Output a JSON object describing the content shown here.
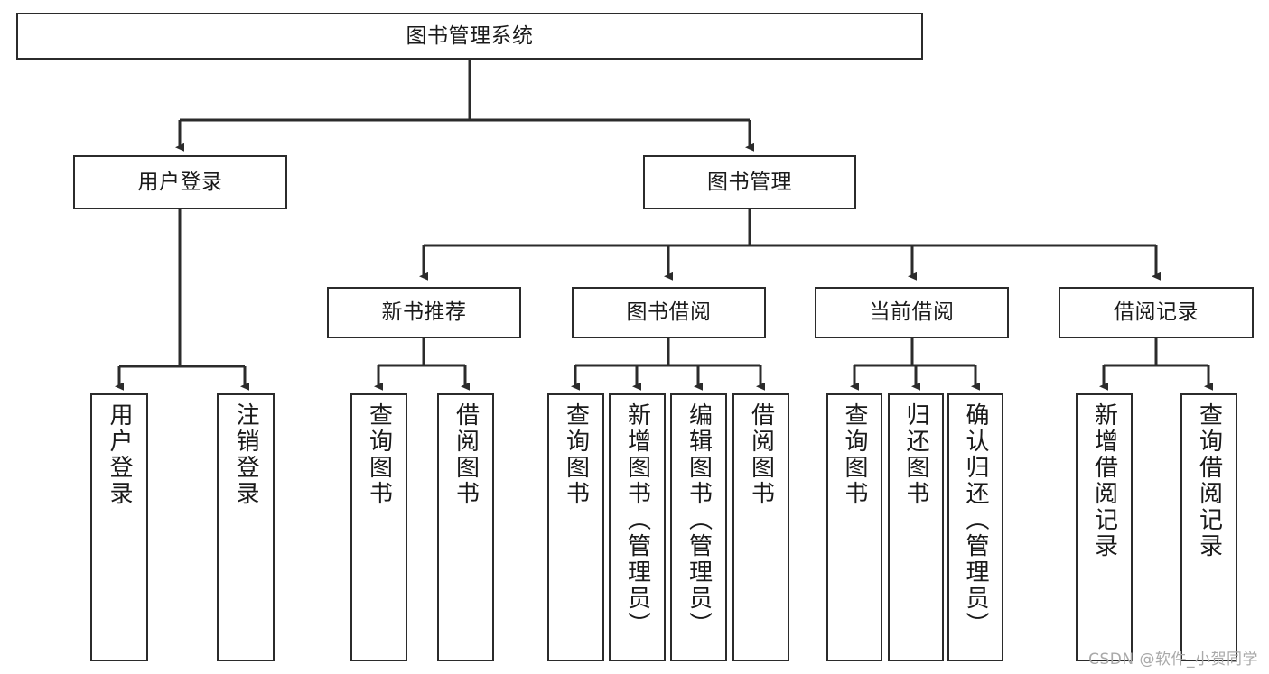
{
  "diagram": {
    "title": "图书管理系统",
    "type": "tree-hierarchy-diagram",
    "colors": {
      "stroke": "#2b2b2b",
      "fill": "#ffffff",
      "text": "#1a1a1a",
      "watermark": "#a9a9a9"
    },
    "levels": {
      "root": {
        "label": "图书管理系统"
      },
      "level2": [
        {
          "label": "用户登录"
        },
        {
          "label": "图书管理"
        }
      ],
      "level3": [
        {
          "label": "新书推荐"
        },
        {
          "label": "图书借阅"
        },
        {
          "label": "当前借阅"
        },
        {
          "label": "借阅记录"
        }
      ],
      "leaves": {
        "user_login": [
          {
            "label": "用户登录"
          },
          {
            "label": "注销登录"
          }
        ],
        "new_book_recommend": [
          {
            "label": "查询图书"
          },
          {
            "label": "借阅图书"
          }
        ],
        "book_borrow": [
          {
            "label": "查询图书"
          },
          {
            "label": "新增图书（管理员）"
          },
          {
            "label": "编辑图书（管理员）"
          },
          {
            "label": "借阅图书"
          }
        ],
        "current_borrow": [
          {
            "label": "查询图书"
          },
          {
            "label": "归还图书"
          },
          {
            "label": "确认归还（管理员）"
          }
        ],
        "borrow_record": [
          {
            "label": "新增借阅记录"
          },
          {
            "label": "查询借阅记录"
          }
        ]
      }
    }
  },
  "watermark": {
    "text": "CSDN @软件_小贺同学"
  }
}
